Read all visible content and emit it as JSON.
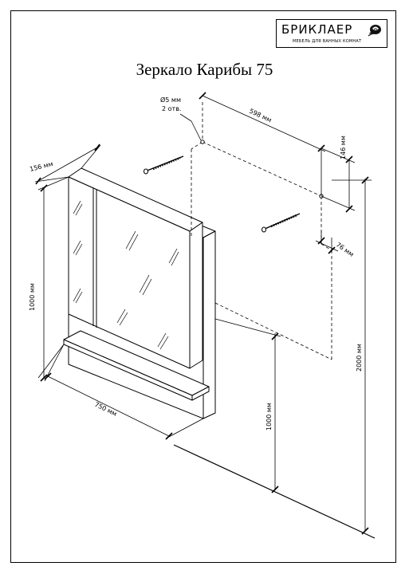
{
  "brand": {
    "name": "БРИКЛАЕР",
    "tagline": "МЕБЕЛЬ ДЛЯ ВАННЫХ КОМНАТ",
    "logo_icon": "rose-icon"
  },
  "title": "Зеркало Карибы 75",
  "dimensions": {
    "depth": "156 мм",
    "height": "1000 мм",
    "width": "750 мм",
    "hole_spacing": "598 мм",
    "hole_diameter": "Ø5 мм",
    "hole_count": "2 отв.",
    "hole_offset_vertical": "146 мм",
    "hole_offset_side": "76 мм",
    "floor_to_bottom": "1000 мм",
    "floor_to_holes": "2000 мм"
  },
  "colors": {
    "line": "#000000",
    "background": "#ffffff"
  }
}
